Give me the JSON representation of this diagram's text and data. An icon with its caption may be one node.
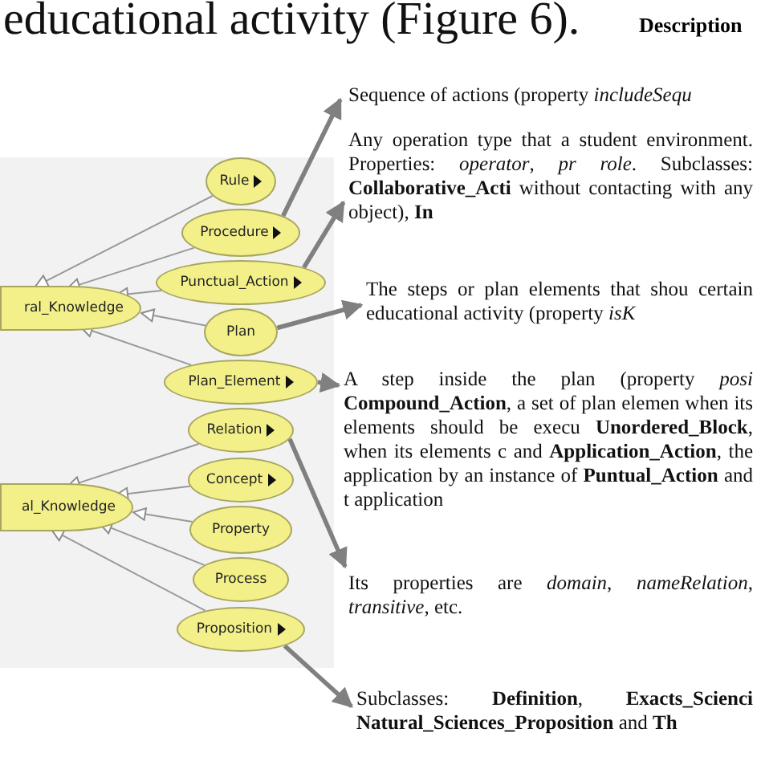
{
  "diagram": {
    "nodes": [
      {
        "text": [
          "ral_Knowledge"
        ]
      },
      {
        "text": [
          "al_Knowledge"
        ]
      },
      {
        "text": [
          "Rule"
        ]
      },
      {
        "text": [
          "Procedure"
        ]
      },
      {
        "text": [
          "Punctual_Action"
        ]
      },
      {
        "text": [
          "Plan"
        ]
      },
      {
        "text": [
          "Plan_Element"
        ]
      },
      {
        "text": [
          "Relation"
        ]
      },
      {
        "text": [
          "Concept"
        ]
      },
      {
        "text": [
          "Property"
        ]
      },
      {
        "text": [
          "Process"
        ]
      },
      {
        "text": [
          "Proposition"
        ]
      },
      {
        "text": [
          "Sequence of actions (property *includeSequ*"
        ]
      },
      {
        "text": [
          "Any operation type that a student environment. Properties: *operator*, *pr* *role*. Subclasses: **Collaborative_Acti** without contacting with any object), **In**"
        ]
      },
      {
        "text": [
          "The steps or plan elements that shou certain educational activity (property *isK*"
        ]
      },
      {
        "text": [
          "A step inside the plan (property *posi* **Compound_Action**, a set of plan elemen when its elements should be execu **Unordered_Block**, when its elements c and **Application_Action**, the application by an instance of **Puntual_Action** and t application"
        ]
      },
      {
        "text": [
          "Its properties are *domain*, *nameRelation*, *transitive*, etc."
        ]
      },
      {
        "text": [
          "Subclasses: **Definition**, **Exacts_Scienci** **Natural_Sciences_Proposition** and **Th**"
        ]
      }
    ],
    "edges": [
      {
        "from": 2,
        "to": 0,
        "arrow": "to"
      },
      {
        "from": 3,
        "to": 0,
        "arrow": "to"
      },
      {
        "from": 4,
        "to": 0,
        "arrow": "to"
      },
      {
        "from": 5,
        "to": 0,
        "arrow": "to"
      },
      {
        "from": 6,
        "to": 0,
        "arrow": "to"
      },
      {
        "from": 7,
        "to": 1,
        "arrow": "to"
      },
      {
        "from": 8,
        "to": 1,
        "arrow": "to"
      },
      {
        "from": 9,
        "to": 1,
        "arrow": "to"
      },
      {
        "from": 10,
        "to": 1,
        "arrow": "to"
      },
      {
        "from": 11,
        "to": 1,
        "arrow": "to"
      },
      {
        "from": 3,
        "to": 12,
        "arrow": "to",
        "style": "thick"
      },
      {
        "from": 4,
        "to": 13,
        "arrow": "to",
        "style": "thick"
      },
      {
        "from": 5,
        "to": 14,
        "arrow": "to",
        "style": "thick"
      },
      {
        "from": 6,
        "to": 15,
        "arrow": "to",
        "style": "thick"
      },
      {
        "from": 7,
        "to": 16,
        "arrow": "to",
        "style": "thick"
      },
      {
        "from": 11,
        "to": 17,
        "arrow": "to",
        "style": "thick"
      }
    ],
    "labels": [
      "educational activity (Figure 6).",
      "Description"
    ]
  }
}
